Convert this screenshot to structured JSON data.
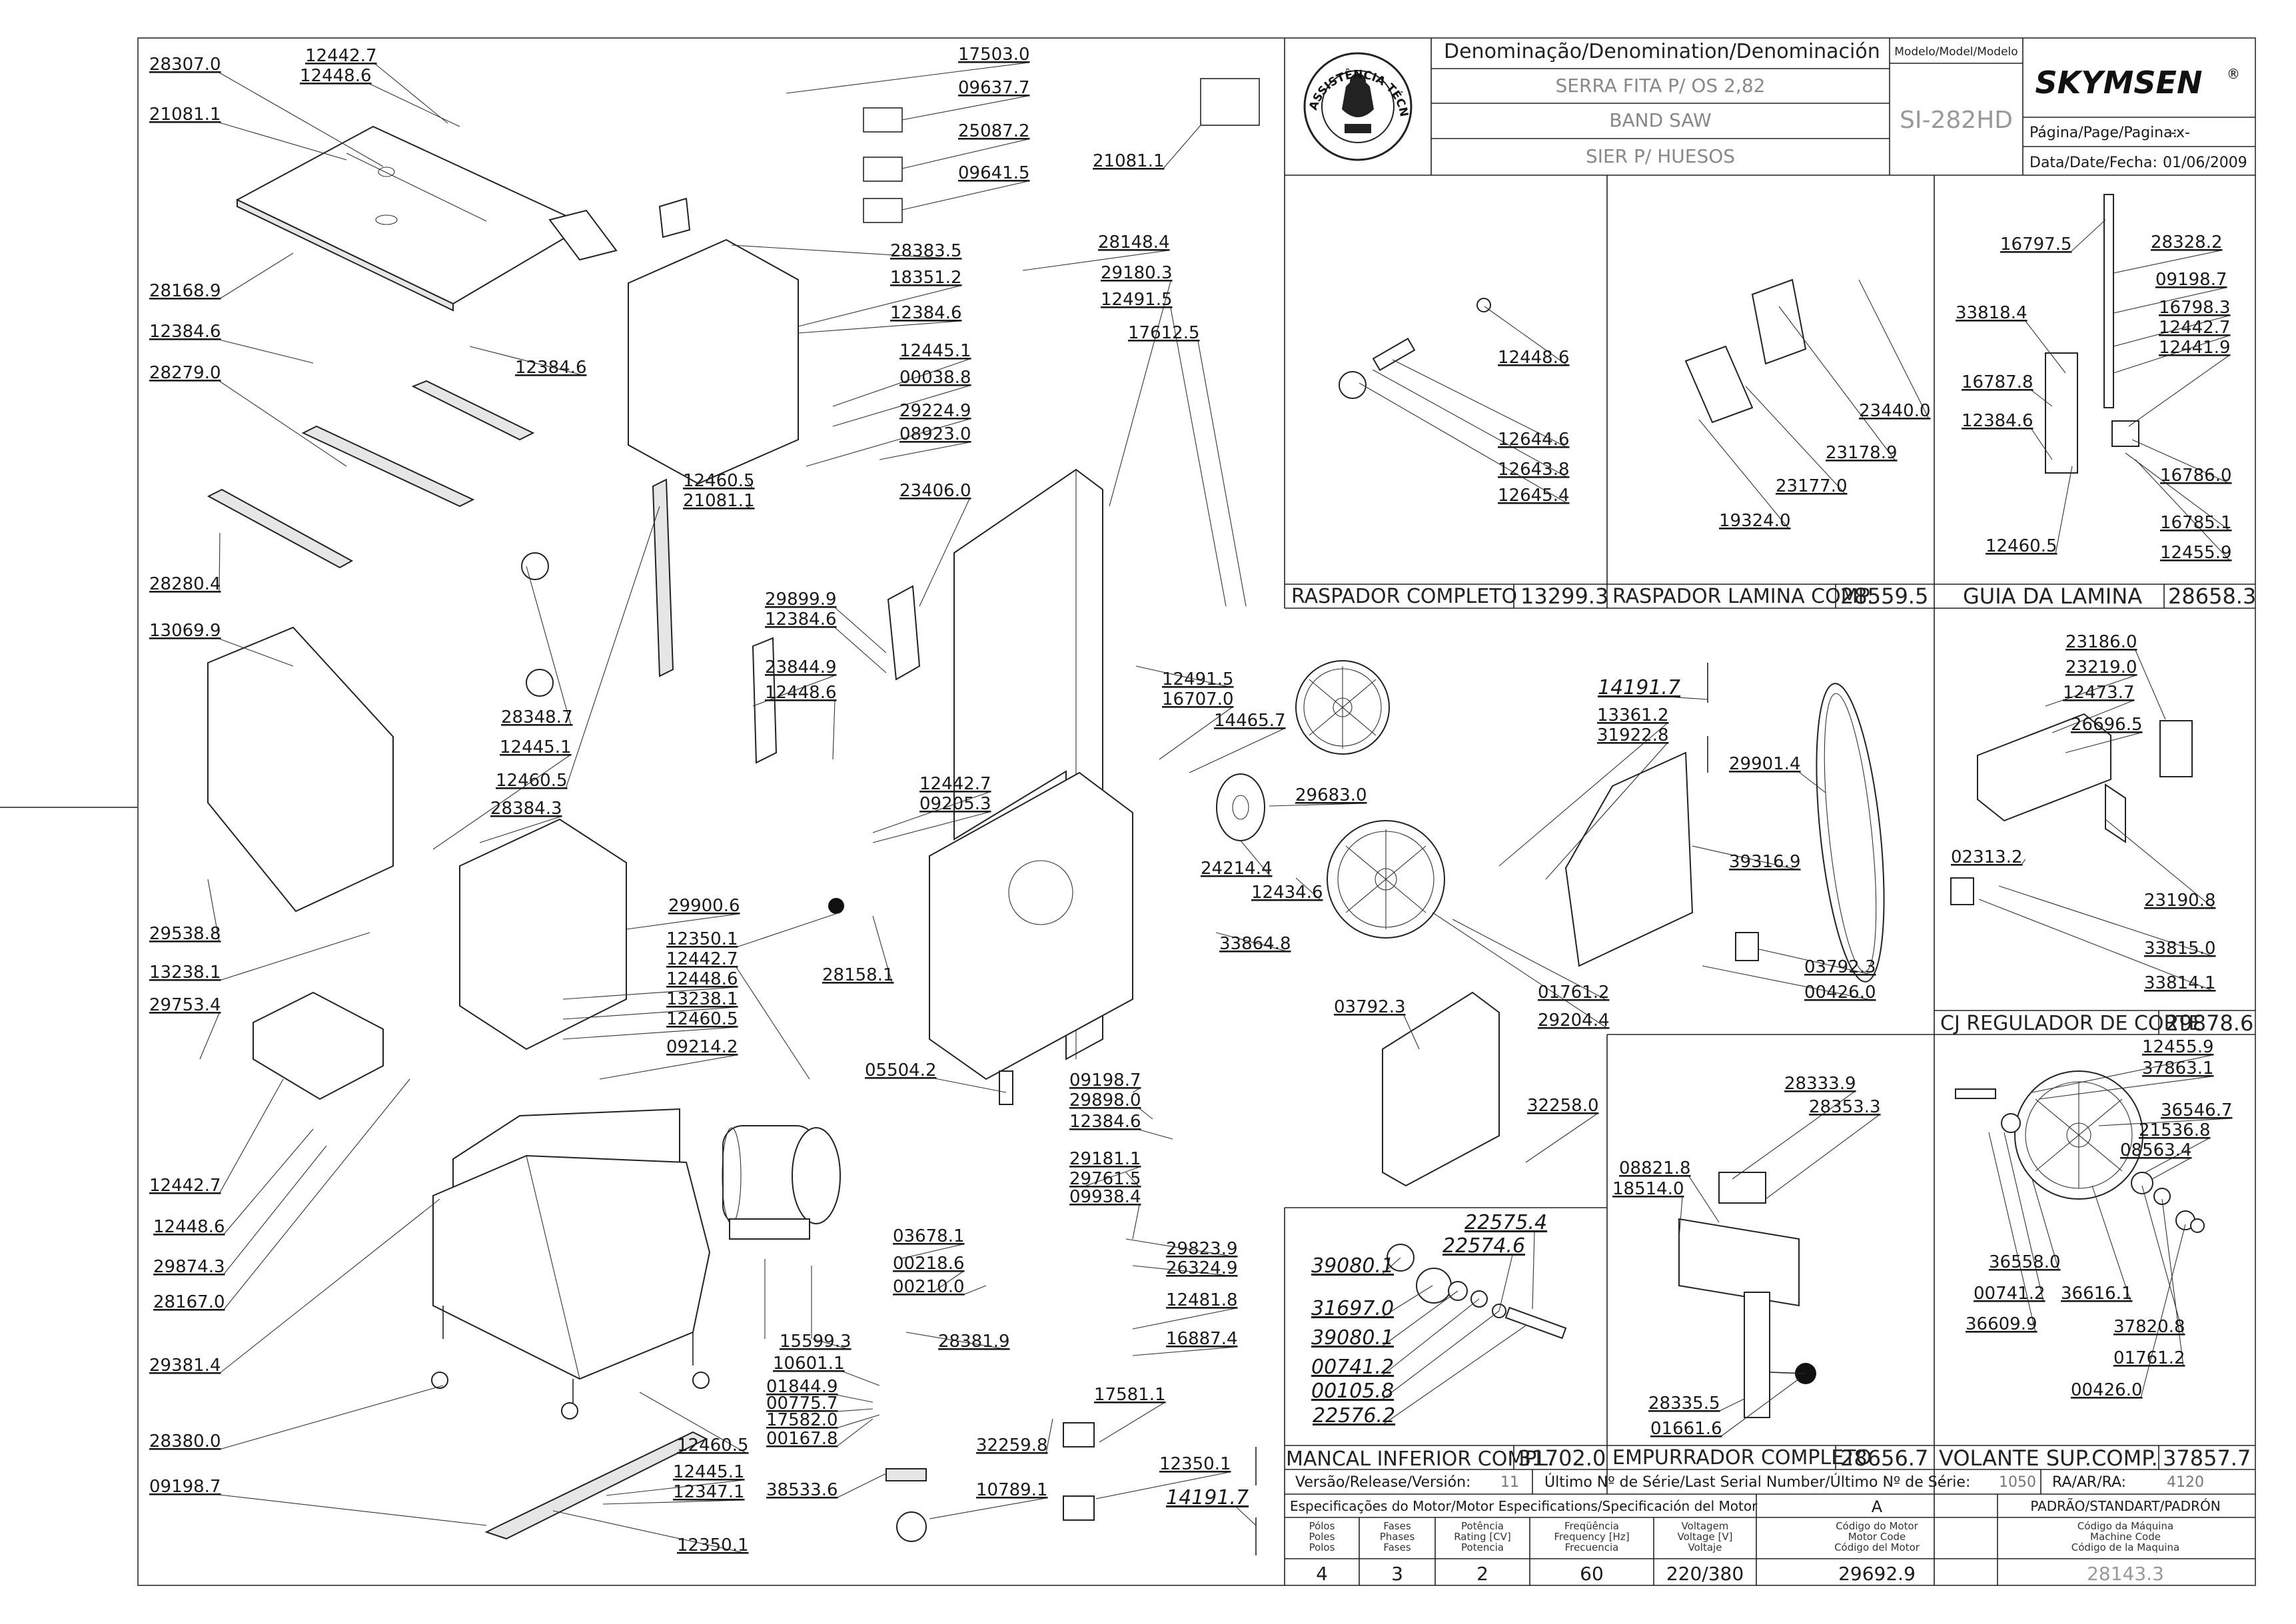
{
  "title_block": {
    "denomination_header": "Denominação/Denomination/Denominación",
    "names": [
      "SERRA FITA P/ OS 2,82",
      "BAND SAW",
      "SIER P/ HUESOS"
    ],
    "model_header": "Modelo/Model/Modelo",
    "model": "SI-282HD",
    "brand": "SKYMSEN",
    "brand_mark": "®",
    "page_label": "Página/Page/Pagina:",
    "page_value": "-x-",
    "date_label": "Data/Date/Fecha:",
    "date_value": "01/06/2009",
    "seal_text": "ASSISTÊNCIA TÉCNICA AUTORIZADA",
    "seal_icon": "authorized-technician-seal"
  },
  "main_labels": [
    "28307.0",
    "12442.7",
    "12448.6",
    "21081.1",
    "28168.9",
    "12384.6",
    "28279.0",
    "28280.4",
    "12384.6",
    "17503.0",
    "09637.7",
    "25087.2",
    "09641.5",
    "21081.1",
    "28383.5",
    "18351.2",
    "12384.6",
    "12445.1",
    "00038.8",
    "29224.9",
    "08923.0",
    "23406.0",
    "28148.4",
    "29180.3",
    "12491.5",
    "17612.5",
    "12460.5",
    "21081.1",
    "13069.9",
    "28348.7",
    "12460.5",
    "12445.1",
    "28384.3",
    "29538.8",
    "13238.1",
    "29753.4",
    "12442.7",
    "12448.6",
    "29874.3",
    "28167.0",
    "29381.4",
    "28380.0",
    "09198.7",
    "29899.9",
    "12384.6",
    "23844.9",
    "12448.6",
    "12442.7",
    "09205.3",
    "28158.1",
    "29900.6",
    "12350.1",
    "12442.7",
    "12448.6",
    "13238.1",
    "12460.5",
    "09214.2",
    "12491.5",
    "16707.0",
    "14465.7",
    "29683.0",
    "24214.4",
    "12434.6",
    "33864.8",
    "13361.2",
    "31922.8",
    "29901.4",
    "39316.9",
    "03792.3",
    "00426.0",
    "01761.2",
    "29204.4",
    "03792.3",
    "32258.0",
    "05504.2",
    "09198.7",
    "29898.0",
    "12384.6",
    "29181.1",
    "29761.5",
    "09938.4",
    "03678.1",
    "00218.6",
    "00210.0",
    "29823.9",
    "26324.9",
    "12481.8",
    "16887.4",
    "15599.3",
    "28381.9",
    "10601.1",
    "01844.9",
    "00775.7",
    "17582.0",
    "00167.8",
    "32259.8",
    "17581.1",
    "38533.6",
    "10789.1",
    "12350.1",
    "12460.5",
    "12445.1",
    "12347.1",
    "12350.1"
  ],
  "italic_labels": [
    "14191.7",
    "14191.7"
  ],
  "sub_assemblies": [
    {
      "name": "RASPADOR COMPLETO",
      "code": "13299.3",
      "parts": [
        "12448.6",
        "12644.6",
        "12643.8",
        "12645.4"
      ]
    },
    {
      "name": "RASPADOR LAMINA COMP.",
      "code": "28559.5",
      "parts": [
        "23440.0",
        "23178.9",
        "23177.0",
        "19324.0"
      ]
    },
    {
      "name": "GUIA DA LAMINA",
      "code": "28658.3",
      "parts": [
        "16797.5",
        "28328.2",
        "09198.7",
        "33818.4",
        "16798.3",
        "12442.7",
        "12441.9",
        "16787.8",
        "12384.6",
        "16786.0",
        "16785.1",
        "12460.5",
        "12455.9"
      ]
    },
    {
      "name": "CJ REGULADOR DE CORTE",
      "code": "29878.6",
      "parts": [
        "23186.0",
        "23219.0",
        "12473.7",
        "26696.5",
        "02313.2",
        "23190.8",
        "33815.0",
        "33814.1"
      ]
    },
    {
      "name": "MANCAL INFERIOR COMPL.",
      "code": "31702.0",
      "parts": [
        "22575.4",
        "22574.6",
        "39080.1",
        "31697.0",
        "39080.1",
        "00741.2",
        "00105.8",
        "22576.2"
      ]
    },
    {
      "name": "EMPURRADOR COMPLETO",
      "code": "28656.7",
      "parts": [
        "28333.9",
        "28353.3",
        "08821.8",
        "18514.0",
        "28335.5",
        "01661.6"
      ]
    },
    {
      "name": "VOLANTE SUP.COMP.",
      "code": "37857.7",
      "parts": [
        "12455.9",
        "37863.1",
        "36546.7",
        "21536.8",
        "08563.4",
        "36558.0",
        "00741.2",
        "36616.1",
        "36609.9",
        "37820.8",
        "01761.2",
        "00426.0"
      ]
    }
  ],
  "version_row": {
    "version_label": "Versão/Release/Versión:",
    "version_value": "11",
    "serial_label": "Último Nº de Série/Last Serial Number/Último Nº de Série:",
    "serial_value": "1050",
    "ra_label": "RA/AR/RA:",
    "ra_value": "4120"
  },
  "motor_spec": {
    "header": "Especificações do Motor/Motor Especifications/Specificación del Motor",
    "variant_header": "A",
    "standard_header": "PADRÃO/STANDART/PADRÓN",
    "columns": [
      [
        "Pólos",
        "Poles",
        "Polos"
      ],
      [
        "Fases",
        "Phases",
        "Fases"
      ],
      [
        "Potência",
        "Rating [CV]",
        "Potencia"
      ],
      [
        "Freqüência",
        "Frequency [Hz]",
        "Frecuencia"
      ],
      [
        "Voltagem",
        "Voltage [V]",
        "Voltaje"
      ],
      [
        "Código do Motor",
        "Motor Code",
        "Código del Motor"
      ],
      [
        "Código da Máquina",
        "Machine Code",
        "Código de la Maquina"
      ]
    ],
    "values": [
      "4",
      "3",
      "2",
      "60",
      "220/380",
      "29692.9",
      "28143.3"
    ]
  }
}
